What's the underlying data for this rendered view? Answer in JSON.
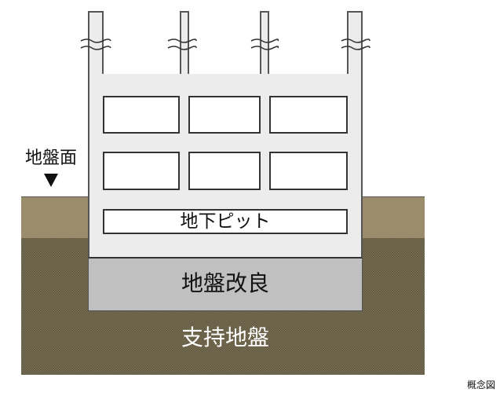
{
  "diagram": {
    "ground_surface_label": "地盤面",
    "ground_surface_marker": "▼",
    "pit_label": "地下ピット",
    "improvement_label": "地盤改良",
    "bearing_ground_label": "支持地盤",
    "caption": "概念図"
  },
  "colors": {
    "topsoil": "#9b8d6c",
    "bearing_soil": "#7b7156",
    "ground_improvement": "#c0c0c0",
    "building": "#ececec",
    "outline": "#333333"
  },
  "structure": {
    "columns": 4,
    "window_rows": 2,
    "windows_per_row": 3
  }
}
